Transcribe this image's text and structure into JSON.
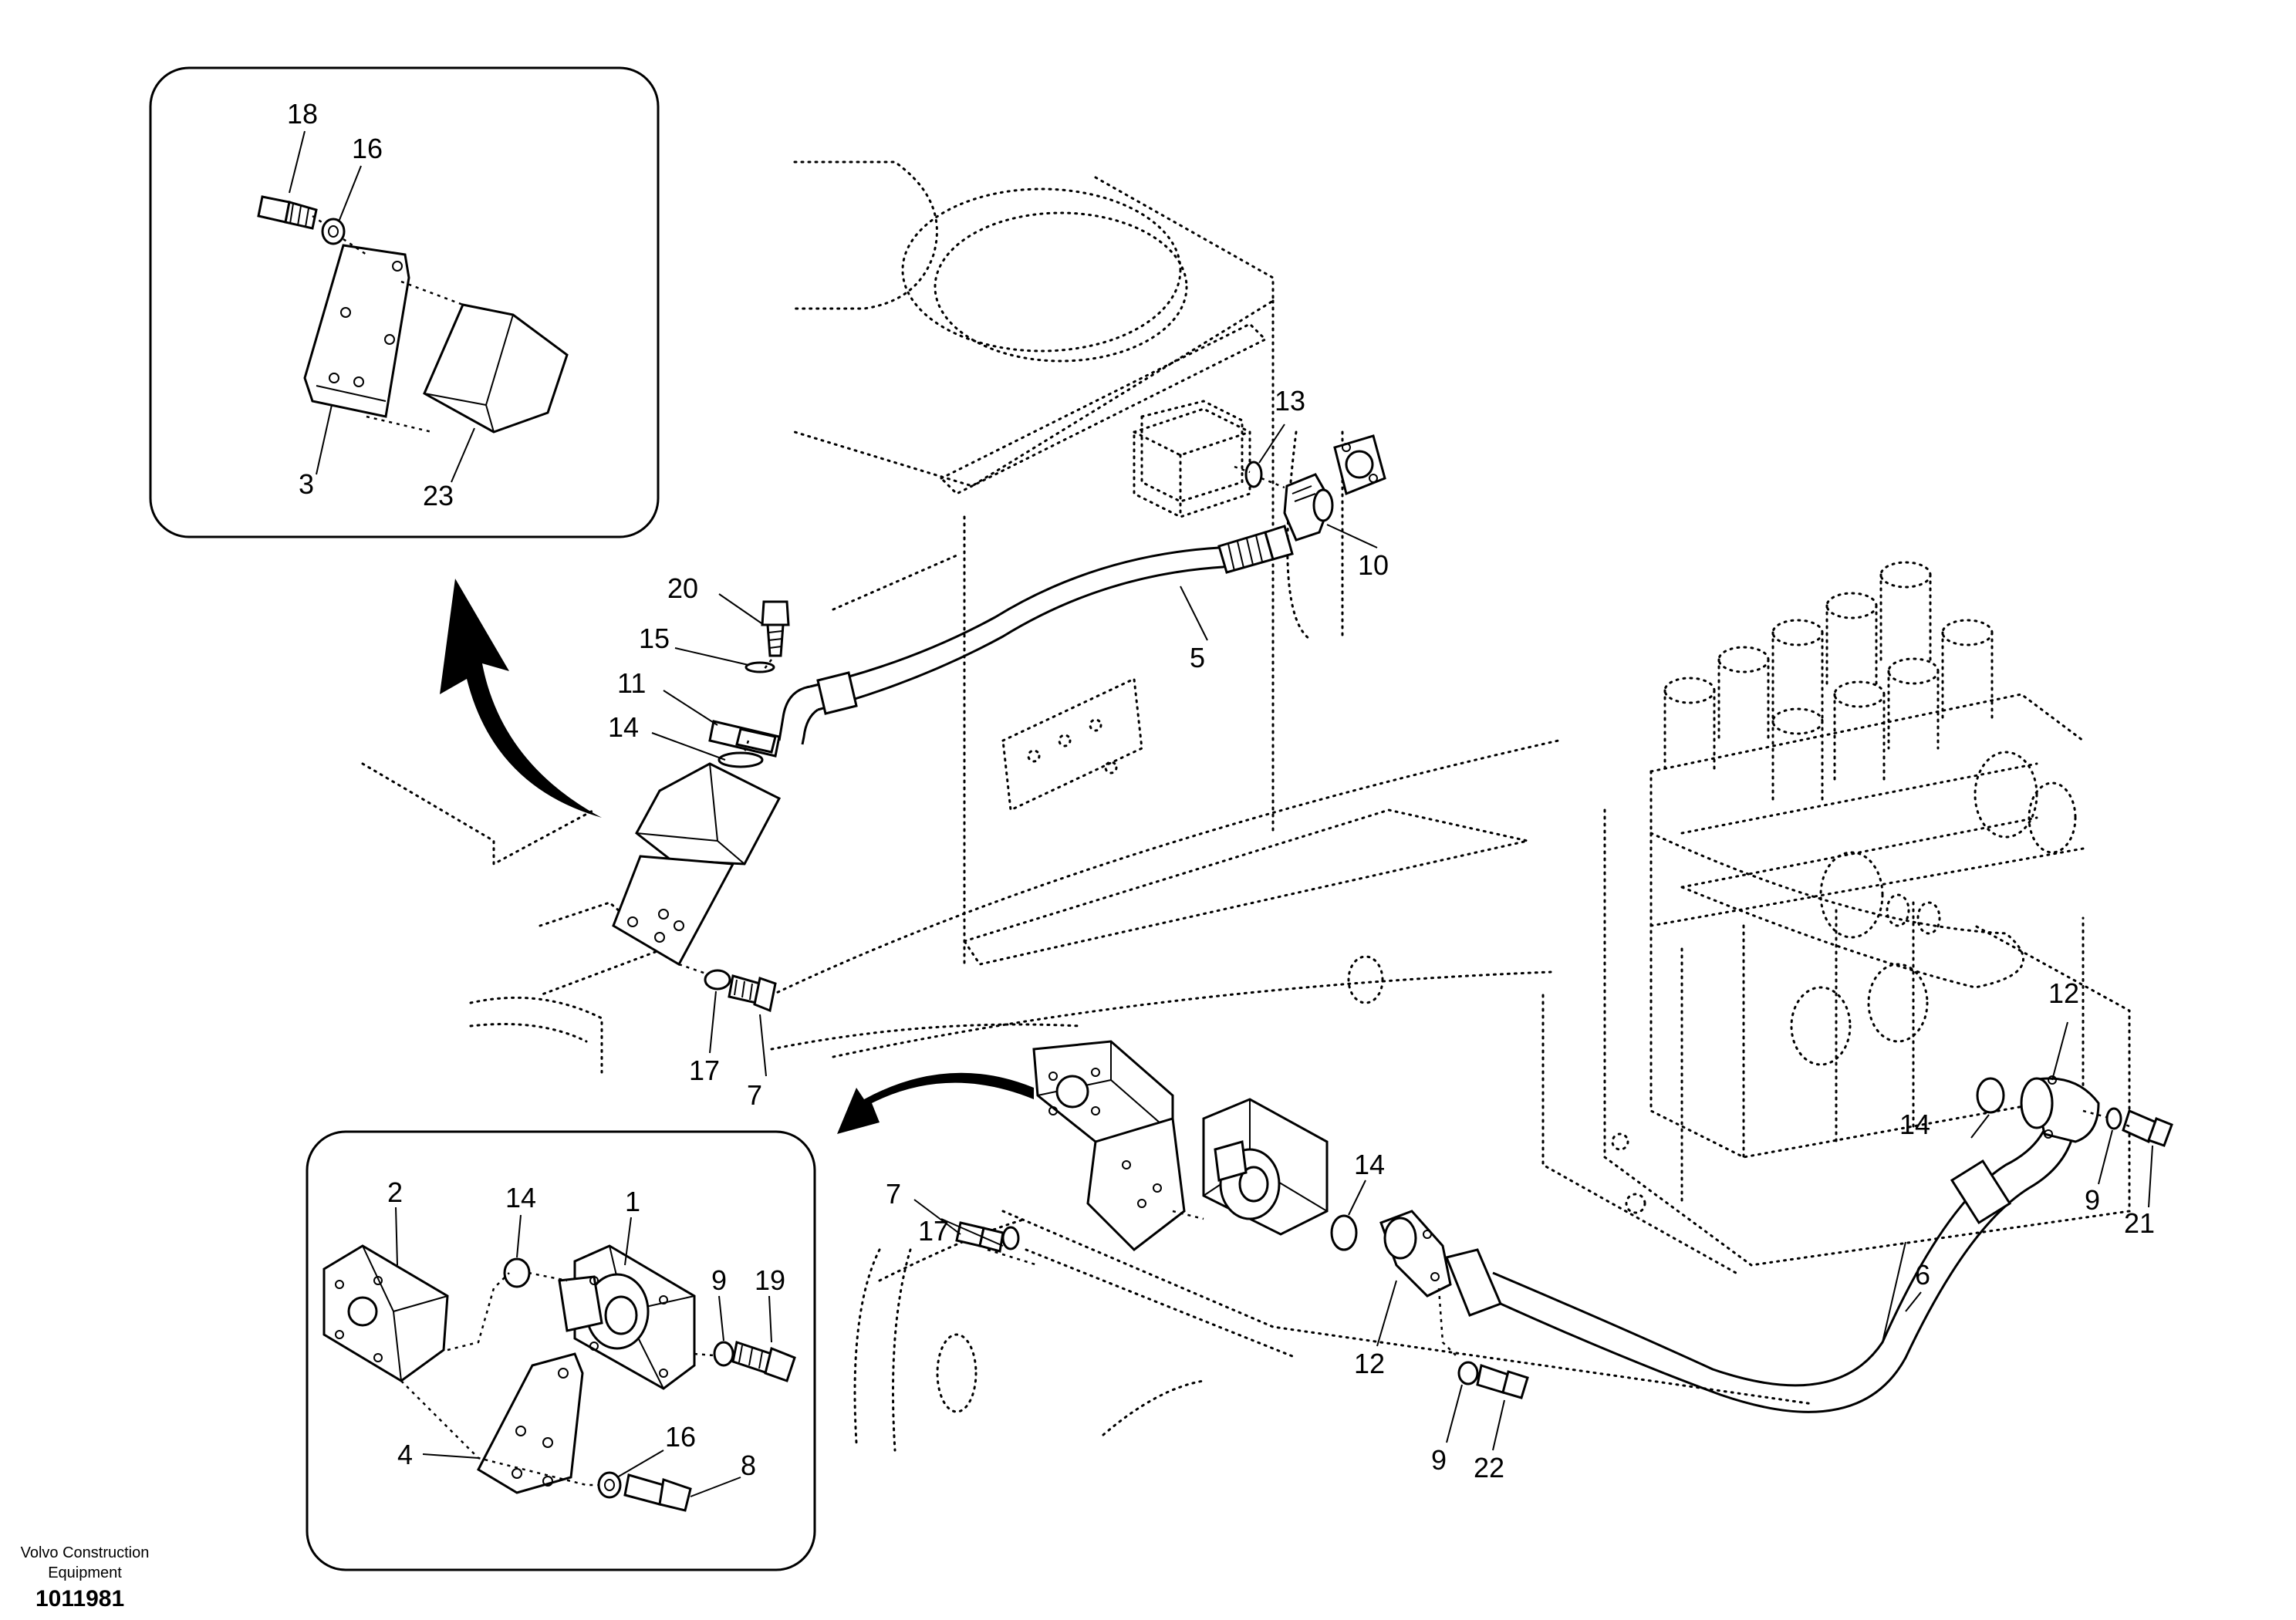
{
  "footer": {
    "company": "Volvo Construction Equipment",
    "drawing_number": "1011981"
  },
  "callouts": {
    "c1": "1",
    "c2": "2",
    "c3": "3",
    "c4": "4",
    "c5": "5",
    "c6": "6",
    "c7a": "7",
    "c7b": "7",
    "c8": "8",
    "c9a": "9",
    "c9b": "9",
    "c9c": "9",
    "c10": "10",
    "c11": "11",
    "c12a": "12",
    "c12b": "12",
    "c13": "13",
    "c14a": "14",
    "c14b": "14",
    "c14c": "14",
    "c14d": "14",
    "c15": "15",
    "c16a": "16",
    "c16b": "16",
    "c17a": "17",
    "c17b": "17",
    "c18": "18",
    "c19": "19",
    "c20": "20",
    "c21": "21",
    "c22": "22",
    "c23": "23"
  }
}
